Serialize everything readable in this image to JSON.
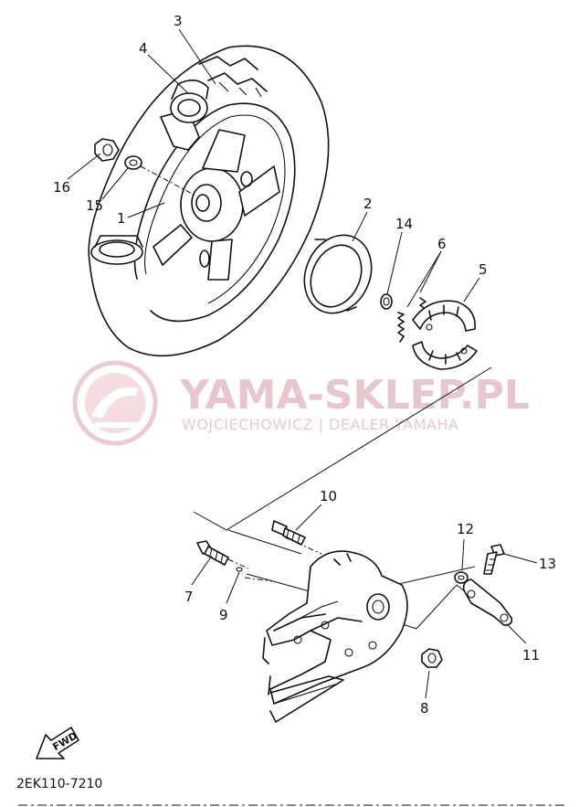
{
  "diagram": {
    "callouts": [
      {
        "id": "c1",
        "text": "1"
      },
      {
        "id": "c2",
        "text": "2"
      },
      {
        "id": "c3",
        "text": "3"
      },
      {
        "id": "c4",
        "text": "4"
      },
      {
        "id": "c5",
        "text": "5"
      },
      {
        "id": "c6",
        "text": "6"
      },
      {
        "id": "c7",
        "text": "7"
      },
      {
        "id": "c8",
        "text": "8"
      },
      {
        "id": "c9",
        "text": "9"
      },
      {
        "id": "c10",
        "text": "10"
      },
      {
        "id": "c11",
        "text": "11"
      },
      {
        "id": "c12",
        "text": "12"
      },
      {
        "id": "c13",
        "text": "13"
      },
      {
        "id": "c14",
        "text": "14"
      },
      {
        "id": "c15",
        "text": "15"
      },
      {
        "id": "c16",
        "text": "16"
      }
    ],
    "fwd_label": "FWD",
    "drawing_code": "2EK110-7210"
  },
  "watermark": {
    "title": "YAMA-SKLEP.PL",
    "subtitle": "WOJCIECHOWICZ | DEALER YAMAHA",
    "color": "#e7c7cc"
  }
}
